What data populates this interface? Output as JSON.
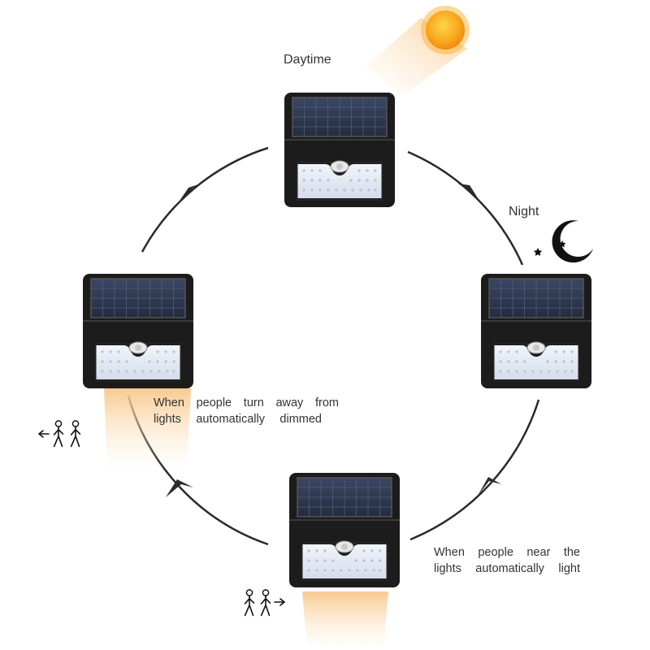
{
  "labels": {
    "daytime": "Daytime",
    "night": "Night"
  },
  "captions": {
    "dimmed_line1": "When people turn away from",
    "dimmed_line2": "lights automatically dimmed",
    "light_line1": "When people near the",
    "light_line2": "lights automatically light"
  },
  "icons": {
    "sun": "sun-icon",
    "moon": "moon-icon",
    "star": "star-icon",
    "people_left": "people-walking-away-icon",
    "people_right": "people-walking-toward-icon"
  },
  "colors": {
    "sun": "#f7a51c",
    "glow": "#f9d8a8",
    "lamp_body": "#1c1c1c",
    "panel": "#2f3a52",
    "led_panel": "#e6ebf4",
    "cycle_line": "#2a2a2a"
  }
}
